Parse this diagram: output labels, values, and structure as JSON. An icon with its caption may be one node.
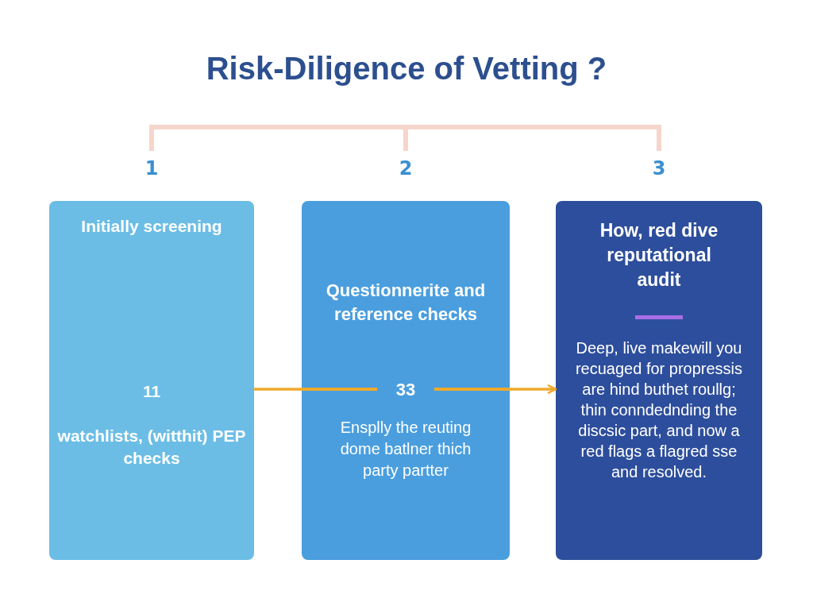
{
  "diagram": {
    "title": "Risk-Diligence of Vetting ?",
    "nodes": [
      {
        "text": [
          "Initially screening",
          "11",
          "watchlists, (witthit) PEP checks"
        ],
        "beside": [
          "1"
        ]
      },
      {
        "text": [
          "Questionnerite and reference checks",
          "33",
          "Ensplly the reuting dome batlner thich party partter"
        ],
        "beside": [
          "2"
        ]
      },
      {
        "text": [
          "How, red dive reputational audit",
          "Deep, live makewill you recuaged for propressis are hind buthet roullg; thin conndednding the discsic part, and now a red flags a flagred sse and resolved."
        ],
        "beside": [
          "3"
        ]
      }
    ],
    "edges": [
      {
        "from": 0,
        "to": 1,
        "arrow": "none",
        "color": "#f0a92a"
      },
      {
        "from": 1,
        "to": 2,
        "arrow": "to",
        "color": "#f0a92a"
      }
    ]
  }
}
